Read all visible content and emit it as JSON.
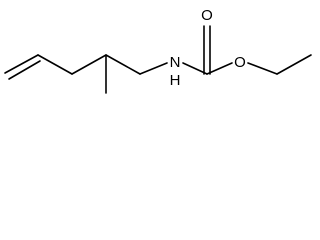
{
  "structure": {
    "atoms": {
      "nitrogen": {
        "element": "N",
        "hydrogens": "H"
      },
      "carbonyl_oxygen": {
        "element": "O"
      },
      "ester_oxygen": {
        "element": "O"
      }
    },
    "bond_color": "#000000",
    "background": "#ffffff"
  }
}
